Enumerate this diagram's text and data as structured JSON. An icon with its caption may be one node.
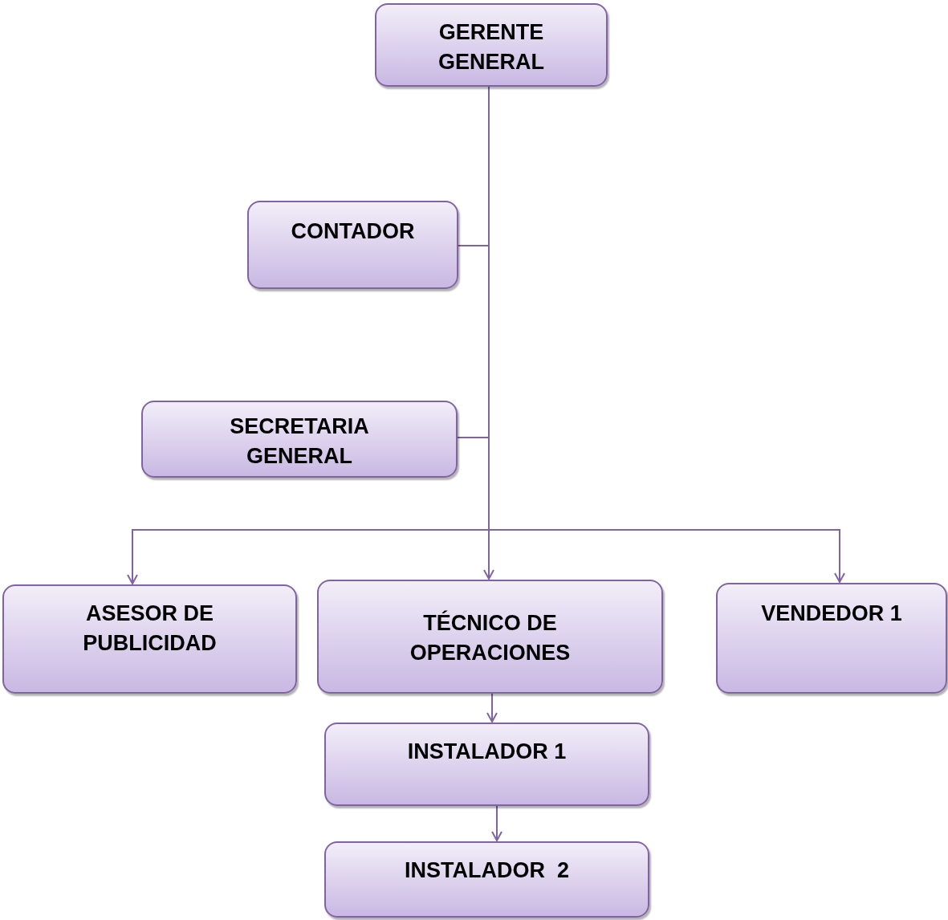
{
  "diagram": {
    "nodes": [
      {
        "text": [
          "GERENTE GENERAL"
        ]
      },
      {
        "text": [
          "CONTADOR"
        ]
      },
      {
        "text": [
          "SECRETARIA GENERAL"
        ]
      },
      {
        "text": [
          "ASESOR DE PUBLICIDAD"
        ]
      },
      {
        "text": [
          "TÉCNICO DE OPERACIONES"
        ]
      },
      {
        "text": [
          "VENDEDOR 1"
        ]
      },
      {
        "text": [
          "INSTALADOR 1"
        ]
      },
      {
        "text": [
          "INSTALADOR  2"
        ]
      }
    ],
    "edges": [
      {
        "from": 0,
        "to": 1,
        "arrow": "none"
      },
      {
        "from": 0,
        "to": 2,
        "arrow": "none"
      },
      {
        "from": 0,
        "to": 3,
        "arrow": "to"
      },
      {
        "from": 0,
        "to": 4,
        "arrow": "to"
      },
      {
        "from": 0,
        "to": 5,
        "arrow": "to"
      },
      {
        "from": 4,
        "to": 6,
        "arrow": "to"
      },
      {
        "from": 6,
        "to": 7,
        "arrow": "to"
      }
    ]
  }
}
